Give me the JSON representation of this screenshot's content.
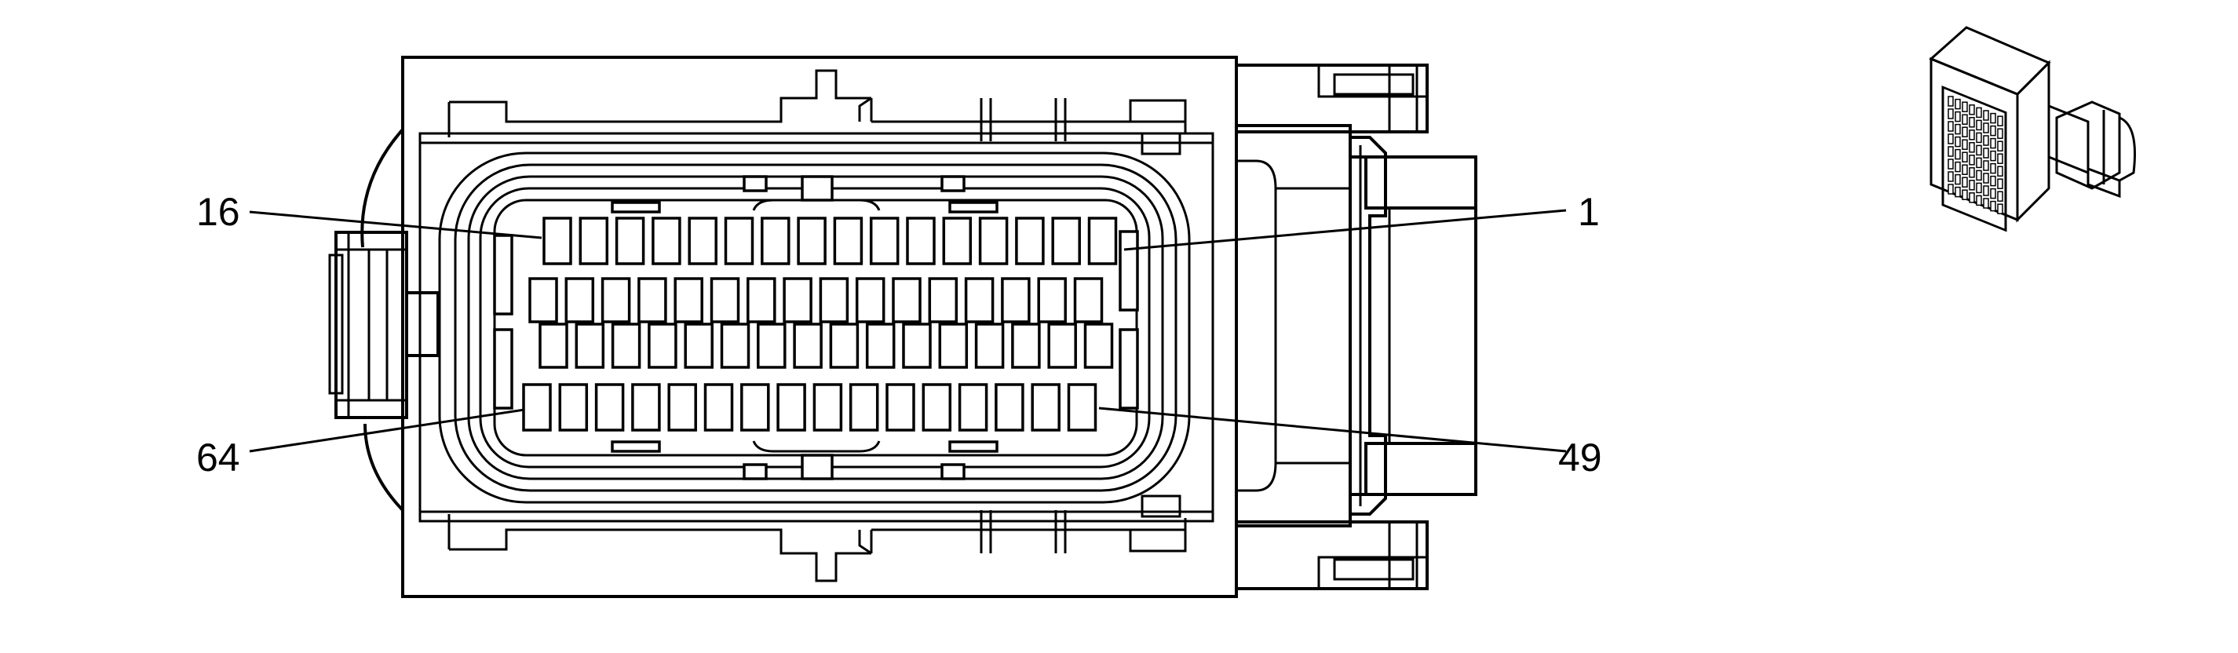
{
  "diagram": {
    "pin_labels": {
      "top_left": "16",
      "top_right": "1",
      "bottom_left": "64",
      "bottom_right": "49"
    },
    "cavity_rows": [
      {
        "row": 1,
        "count": 16
      },
      {
        "row": 2,
        "count": 16
      },
      {
        "row": 3,
        "count": 16
      },
      {
        "row": 4,
        "count": 16
      }
    ],
    "icons": [
      "connector-face-view",
      "connector-isometric-view"
    ]
  }
}
